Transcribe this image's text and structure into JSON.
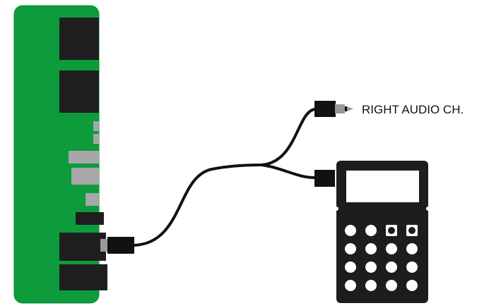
{
  "label": {
    "right_audio": "RIGHT AUDIO CH."
  },
  "colors": {
    "board": "#0d9c3c",
    "board_border": "#078a33",
    "component_dark": "#1e1e1e",
    "component_gray": "#a7a7a7",
    "cable": "#111111",
    "plug_metal": "#9a9a9a",
    "device_body": "#1d1d1d",
    "device_screen": "#ffffff",
    "device_button": "#ffffff"
  },
  "icons": {
    "board": "circuit-board-icon",
    "device": "pocket-synth-icon",
    "plug": "audio-jack-plug-icon"
  },
  "keypad": {
    "rows": 4,
    "cols": 4,
    "square_keys_top_row": [
      2,
      3
    ]
  }
}
